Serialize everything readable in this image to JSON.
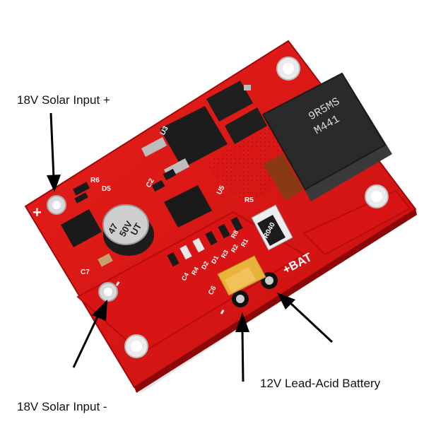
{
  "annotations": {
    "solar_input_plus": "18V Solar Input +",
    "solar_input_minus": "18V Solar Input -",
    "battery": "12V Lead-Acid Battery"
  },
  "board": {
    "inductor_marking_line1": "9R5MS",
    "inductor_marking_line2": "M441",
    "capacitor_marking_value": "47",
    "capacitor_marking_voltage": "50V",
    "capacitor_marking_series": "UT",
    "resistor_marking": "R040",
    "terminal_bat_label": "+BAT",
    "terminal_plus_label": "+",
    "terminal_minus_label": "-",
    "terminal_bat_minus_label": "-",
    "ref_r6": "R6",
    "ref_d5": "D5",
    "ref_c2": "C2",
    "ref_u3": "U3",
    "ref_u5": "U5",
    "ref_r5": "R5",
    "ref_c7": "C7",
    "ref_c6": "C6",
    "ref_c4": "C4",
    "ref_r4": "R4",
    "ref_d2": "D2",
    "ref_d1": "D1",
    "ref_r3": "R3",
    "ref_r2": "R2",
    "ref_r1": "R1",
    "ref_r8": "R8"
  },
  "colors": {
    "pcb": "#e01414",
    "pcb_dark": "#b80c0c",
    "inductor": "#2a2a2a",
    "chip": "#1c1c1c",
    "pad": "#c8c8c8",
    "tantalum": "#e9b23a"
  }
}
